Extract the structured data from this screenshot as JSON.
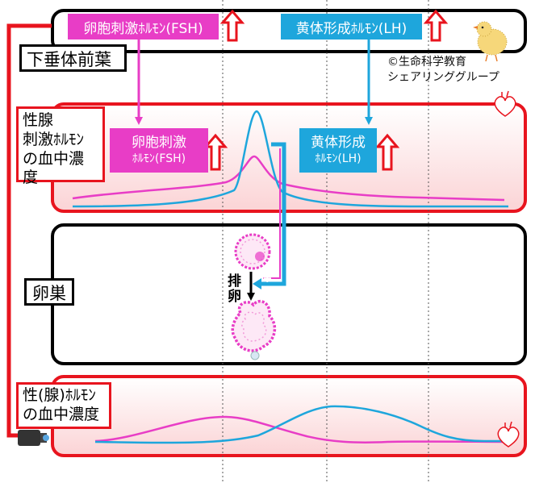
{
  "pituitary": {
    "label": "下垂体前葉",
    "fsh": "卵胞刺激ﾎﾙﾓﾝ(FSH)",
    "lh": "黄体形成ﾎﾙﾓﾝ(LH)"
  },
  "gonadotropin_panel": {
    "label_line1": "性腺",
    "label_line2": "刺激ﾎﾙﾓﾝ",
    "label_line3": "の血中濃度",
    "fsh_line1": "卵胞刺激",
    "fsh_line2": "ﾎﾙﾓﾝ(FSH)",
    "lh_line1": "黄体形成",
    "lh_line2": "ﾎﾙﾓﾝ(LH)"
  },
  "ovary_panel": {
    "label": "卵巣",
    "ovulation_line1": "排",
    "ovulation_line2": "卵",
    "plus": "+"
  },
  "sex_hormone_panel": {
    "label_line1": "性(腺)ﾎﾙﾓﾝ",
    "label_line2": "の血中濃度"
  },
  "credit": {
    "line1": "©生命科学教育",
    "line2": "シェアリンググループ"
  },
  "colors": {
    "fsh": "#e83dc6",
    "lh": "#1ea6dc",
    "red": "#e8141e"
  }
}
